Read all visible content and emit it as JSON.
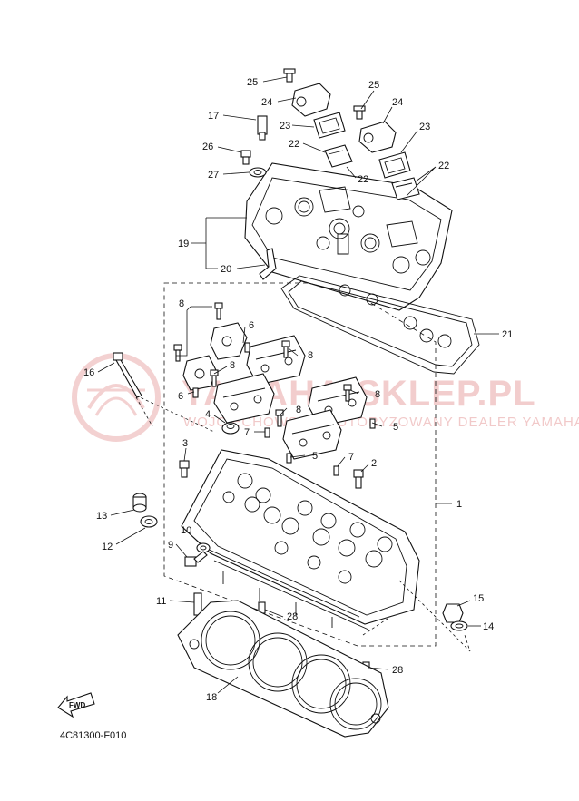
{
  "diagram_code": "4C81300-F010",
  "fwd_label": "FWD",
  "watermark": {
    "line1": "YAMAHA-SKLEP.PL",
    "line2": "WOJCIECHOWSKI - AUTORYZOWANY DEALER YAMAHA"
  },
  "callouts": [
    {
      "id": "c25a",
      "text": "25"
    },
    {
      "id": "c24a",
      "text": "24"
    },
    {
      "id": "c25b",
      "text": "25"
    },
    {
      "id": "c24b",
      "text": "24"
    },
    {
      "id": "c17",
      "text": "17"
    },
    {
      "id": "c23a",
      "text": "23"
    },
    {
      "id": "c23b",
      "text": "23"
    },
    {
      "id": "c26",
      "text": "26"
    },
    {
      "id": "c22a",
      "text": "22"
    },
    {
      "id": "c22b",
      "text": "22"
    },
    {
      "id": "c22c",
      "text": "22"
    },
    {
      "id": "c27",
      "text": "27"
    },
    {
      "id": "c19",
      "text": "19"
    },
    {
      "id": "c20",
      "text": "20"
    },
    {
      "id": "c21",
      "text": "21"
    },
    {
      "id": "c8a",
      "text": "8"
    },
    {
      "id": "c6a",
      "text": "6"
    },
    {
      "id": "c8b",
      "text": "8"
    },
    {
      "id": "c16",
      "text": "16"
    },
    {
      "id": "c8c",
      "text": "8"
    },
    {
      "id": "c6b",
      "text": "6"
    },
    {
      "id": "c8d",
      "text": "8"
    },
    {
      "id": "c8e",
      "text": "8"
    },
    {
      "id": "c4",
      "text": "4"
    },
    {
      "id": "c7a",
      "text": "7"
    },
    {
      "id": "c5a",
      "text": "5"
    },
    {
      "id": "c3",
      "text": "3"
    },
    {
      "id": "c5b",
      "text": "5"
    },
    {
      "id": "c7b",
      "text": "7"
    },
    {
      "id": "c2",
      "text": "2"
    },
    {
      "id": "c1",
      "text": "1"
    },
    {
      "id": "c13",
      "text": "13"
    },
    {
      "id": "c12",
      "text": "12"
    },
    {
      "id": "c10",
      "text": "10"
    },
    {
      "id": "c9",
      "text": "9"
    },
    {
      "id": "c11",
      "text": "11"
    },
    {
      "id": "c15",
      "text": "15"
    },
    {
      "id": "c28a",
      "text": "28"
    },
    {
      "id": "c14",
      "text": "14"
    },
    {
      "id": "c28b",
      "text": "28"
    },
    {
      "id": "c18",
      "text": "18"
    }
  ]
}
